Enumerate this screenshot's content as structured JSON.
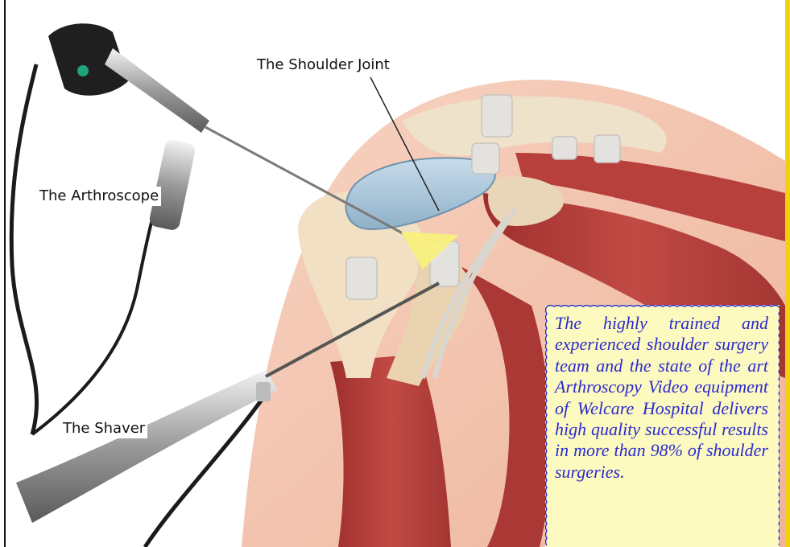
{
  "labels": {
    "shoulder_joint": "The Shoulder Joint",
    "arthroscope": "The Arthroscope",
    "shaver": "The Shaver"
  },
  "info_box": {
    "text": "The highly trained and experienced shoulder surgery team and the state of the art Arthros­copy Video equipment of Welcare Hospital delivers high quality successful results in more than 98% of shoulder surgeries."
  },
  "colors": {
    "skin": "#f3c2ad",
    "muscle": "#b8403c",
    "bone": "#f1e0c4",
    "cartilage": "#a9c6da",
    "highlight": "#f8f27a",
    "info_text": "#2a2ad0",
    "info_background": "#fdfac0",
    "accent_rule": "#f2cf10"
  }
}
